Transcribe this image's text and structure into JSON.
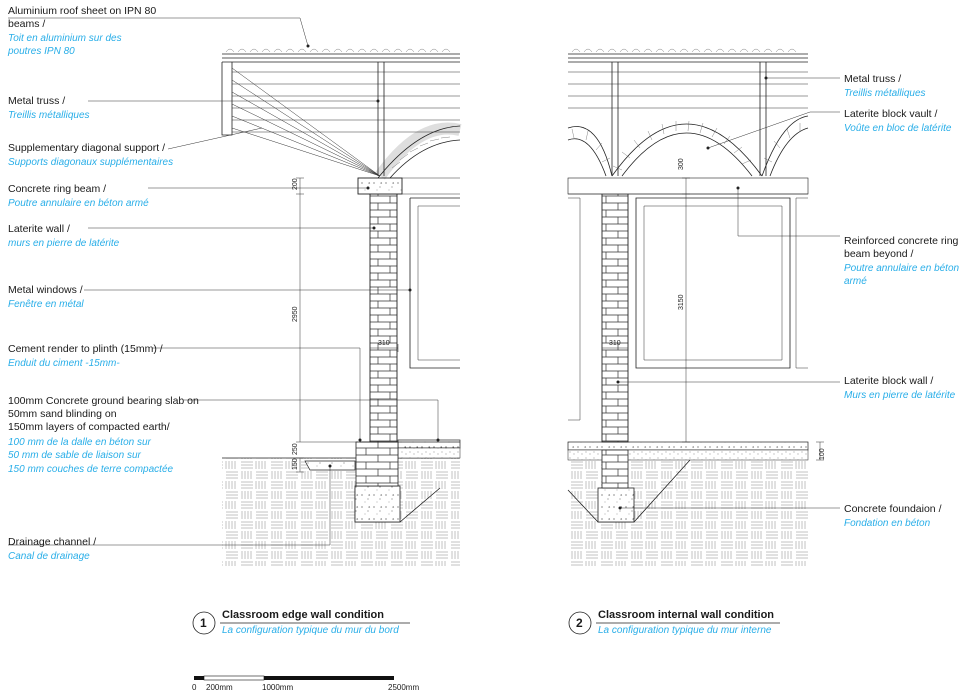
{
  "details": [
    {
      "number": "1",
      "title_en": "Classroom edge wall condition",
      "title_fr": "La configuration typique du mur du bord"
    },
    {
      "number": "2",
      "title_en": "Classroom internal wall condition",
      "title_fr": "La configuration typique du mur interne"
    }
  ],
  "left_labels": {
    "roof": {
      "en": [
        "Aluminium roof sheet on IPN 80",
        "beams /"
      ],
      "fr": [
        "Toit en aluminium sur des",
        "poutres IPN 80"
      ]
    },
    "truss": {
      "en": [
        "Metal truss /"
      ],
      "fr": [
        "Treillis métalliques"
      ]
    },
    "diagonal": {
      "en": [
        "Supplementary diagonal support /"
      ],
      "fr": [
        "Supports diagonaux supplémentaires"
      ]
    },
    "ring_beam": {
      "en": [
        "Concrete ring beam /"
      ],
      "fr": [
        "Poutre annulaire en béton armé"
      ]
    },
    "laterite": {
      "en": [
        "Laterite wall /"
      ],
      "fr": [
        "murs en pierre de latérite"
      ]
    },
    "windows": {
      "en": [
        "Metal windows /"
      ],
      "fr": [
        "Fenêtre en métal"
      ]
    },
    "render": {
      "en": [
        "Cement render to plinth (15mm) /"
      ],
      "fr": [
        "Enduit du ciment -15mm-"
      ]
    },
    "slab": {
      "en": [
        "100mm Concrete ground bearing slab on",
        "50mm sand blinding on",
        "150mm layers of compacted earth/"
      ],
      "fr": [
        "100 mm de la dalle en béton sur",
        "50 mm  de sable de liaison sur",
        "150 mm couches de terre compactée"
      ]
    },
    "drainage": {
      "en": [
        "Drainage channel /"
      ],
      "fr": [
        "Canal de drainage"
      ]
    }
  },
  "right_labels": {
    "truss": {
      "en": [
        "Metal truss /"
      ],
      "fr": [
        "Treillis métalliques"
      ]
    },
    "vault": {
      "en": [
        "Laterite block vault /"
      ],
      "fr": [
        "Voûte en bloc de latérite"
      ]
    },
    "ring_beam": {
      "en": [
        "Reinforced concrete ring",
        "beam beyond /"
      ],
      "fr": [
        "Poutre annulaire en béton",
        "armé"
      ]
    },
    "wall": {
      "en": [
        "Laterite block wall /"
      ],
      "fr": [
        "Murs en pierre de latérite"
      ]
    },
    "foundation": {
      "en": [
        "Concrete foundaion /"
      ],
      "fr": [
        "Fondation en béton"
      ]
    }
  },
  "dimensions": {
    "left_ring": "200",
    "left_height": "2950",
    "left_wall": "310",
    "left_plinth": "250",
    "left_step": "150",
    "right_ring": "300",
    "right_height": "3150",
    "right_wall": "310",
    "right_slab": "100"
  },
  "scale_bar": {
    "labels": [
      "0",
      "200mm",
      "1000mm",
      "2500mm"
    ]
  },
  "colors": {
    "english_text": "#1a1a1a",
    "french_text": "#29aee8",
    "linework": "#222222"
  }
}
